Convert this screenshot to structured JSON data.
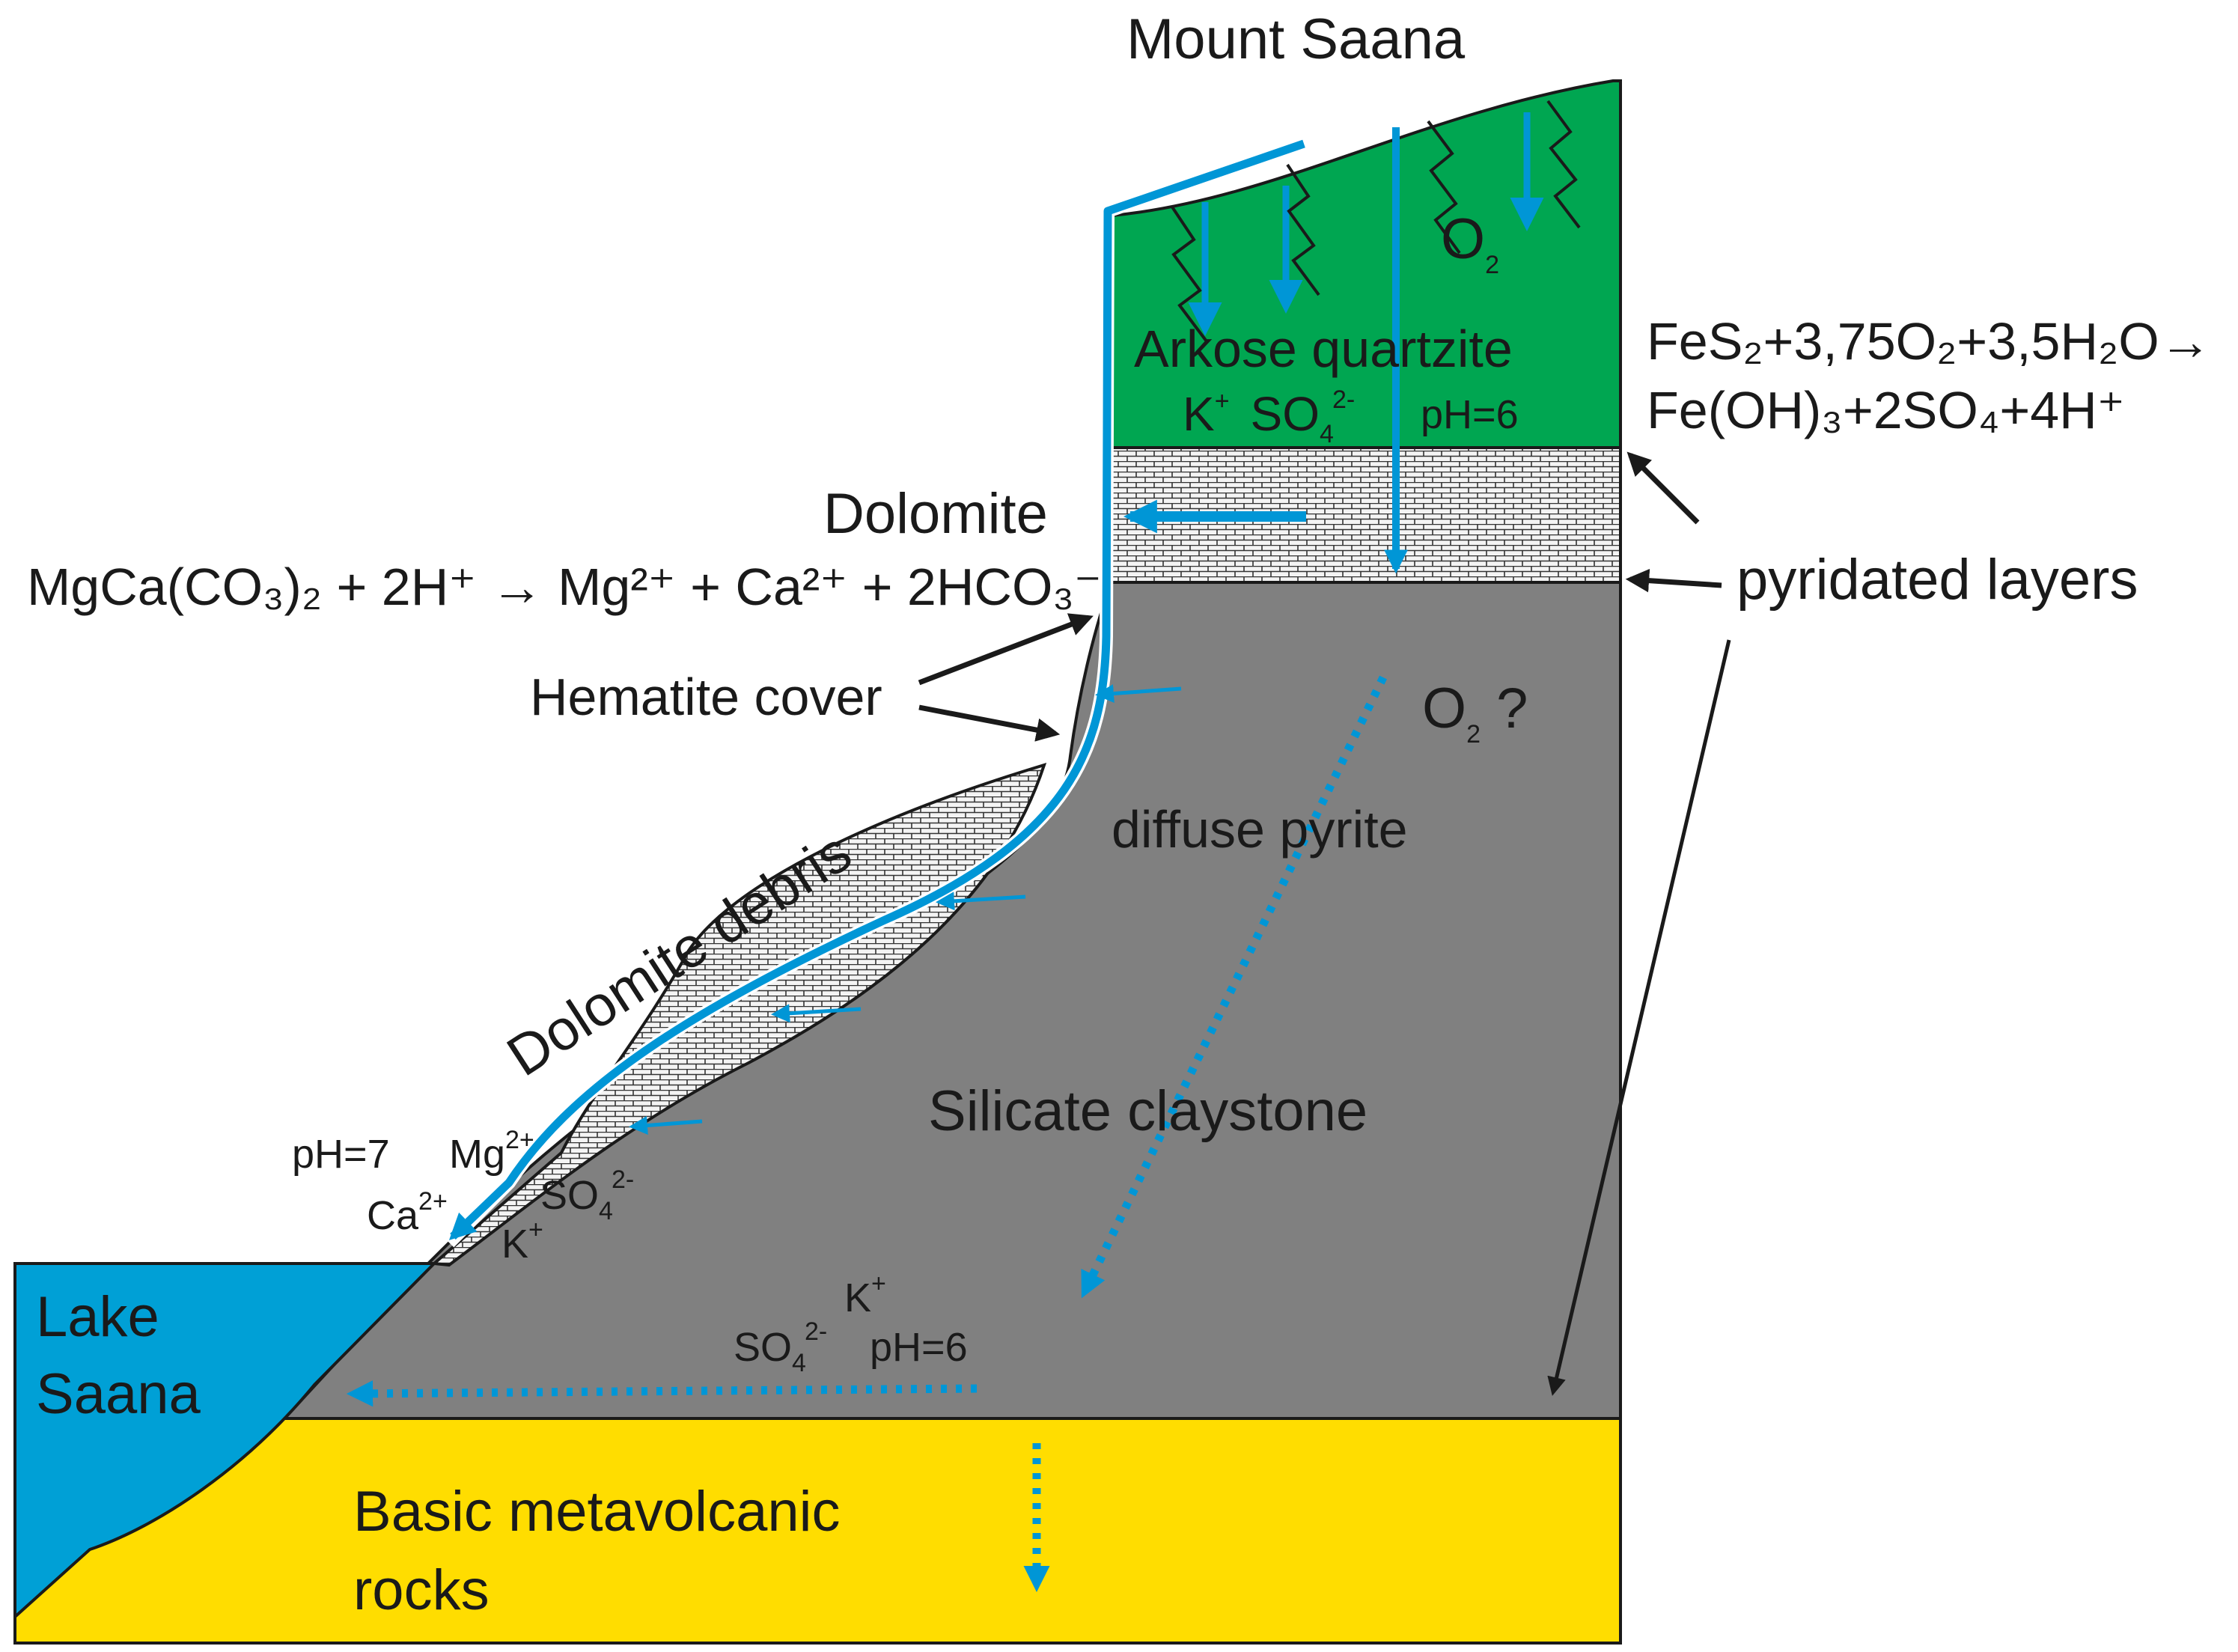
{
  "labels": {
    "mount": "Mount Saana",
    "o2_top": "O",
    "o2_top_sub": "2",
    "arkose": "Arkose quartzite",
    "arkose_k": "K",
    "arkose_k_sup": "+",
    "arkose_so4": "SO",
    "arkose_so4_sub": "4",
    "arkose_so4_sup": "2-",
    "arkose_ph": "pH=6",
    "dolomite": "Dolomite",
    "hematite": "Hematite cover",
    "o2_mid": "O",
    "o2_mid_sub": "2",
    "o2_mid_q": " ?",
    "diffuse": "diffuse pyrite",
    "debris": "Dolomite debris",
    "silicate": "Silicate claystone",
    "pyridated": "pyridated layers",
    "lake_1": "Lake",
    "lake_2": "Saana",
    "basic_1": "Basic metavolcanic",
    "basic_2": "rocks",
    "bottom_k": "K",
    "bottom_k_sup": "+",
    "bottom_so4": "SO",
    "bottom_so4_sub": "4",
    "bottom_so4_sup": "2-",
    "bottom_ph": "pH=6",
    "slope_ph": "pH=7",
    "slope_mg": "Mg",
    "slope_mg_sup": "2+",
    "slope_ca": "Ca",
    "slope_ca_sup": "2+",
    "slope_so4": "SO",
    "slope_so4_sub": "4",
    "slope_so4_sup": "2-",
    "slope_k": "K",
    "slope_k_sup": "+"
  },
  "equations": {
    "pyrite_l1": "FeS₂+3,75O₂+3,5H₂O→",
    "pyrite_l2": "Fe(OH)₃+2SO₄+4H⁺",
    "dolomite": "MgCa(CO₃)₂ + 2H⁺ → Mg²⁺ + Ca²⁺ + 2HCO₃⁻"
  },
  "colors": {
    "arkose": "#00a651",
    "claystone": "#808080",
    "metavolcanic": "#ffdd00",
    "lake": "#00a0d6",
    "flow": "#0096d6",
    "dolomite_bg": "#f4f4f4",
    "outline": "#1a1a1a"
  }
}
